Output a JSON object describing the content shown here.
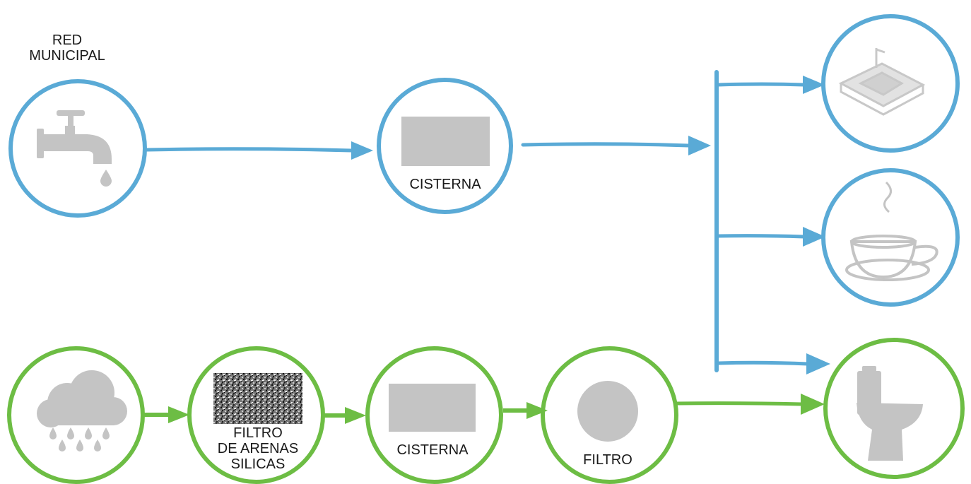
{
  "colors": {
    "blue_flow": "#5aaad6",
    "green_flow": "#6dbd44",
    "icon_gray": "#c4c4c4",
    "text": "#1a1a1a"
  },
  "labels": {
    "source_municipal": "RED\nMUNICIPAL",
    "cistern_top": "CISTERNA",
    "sand_filter": "FILTRO\nDE ARENAS\nSILICAS",
    "cistern_bottom": "CISTERNA",
    "filter": "FILTRO"
  },
  "icons": {
    "municipal": "water-tap-icon",
    "rain": "rain-cloud-icon",
    "sink": "sink-icon",
    "cup": "coffee-cup-icon",
    "toilet": "toilet-icon"
  }
}
